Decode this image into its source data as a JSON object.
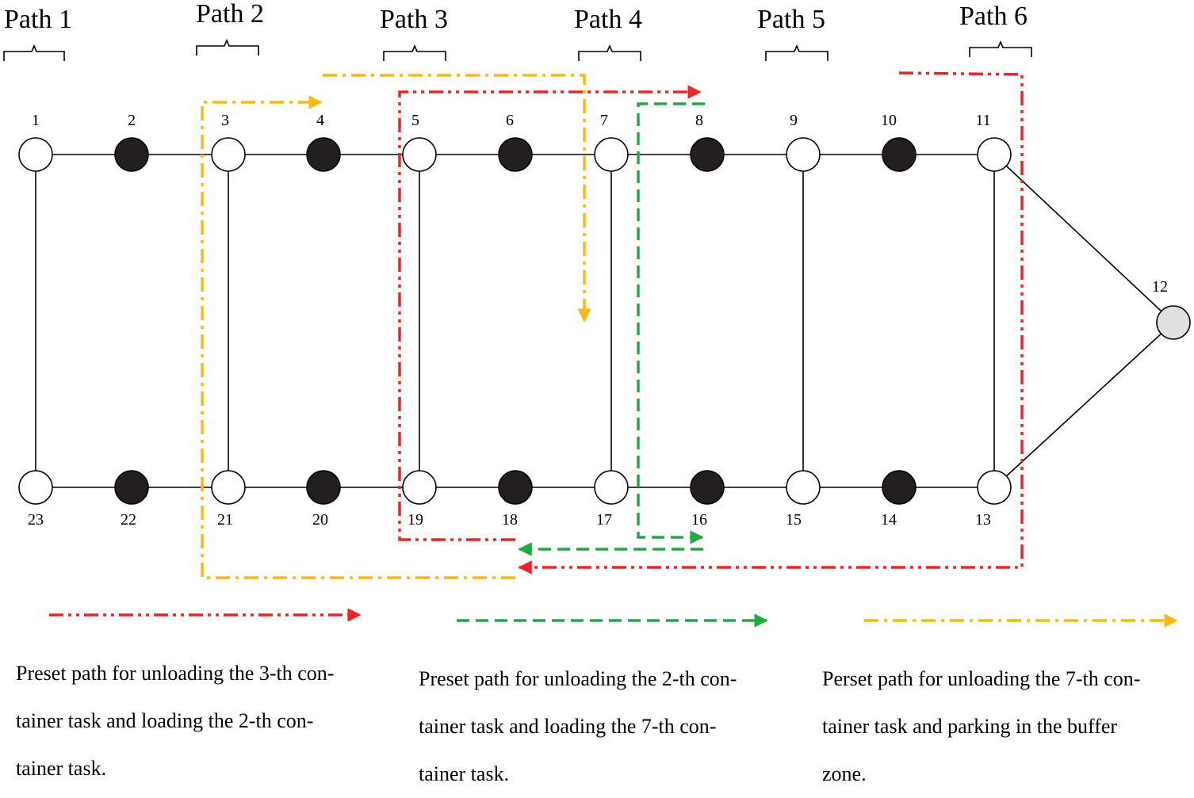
{
  "paths": [
    "Path 1",
    "Path 2",
    "Path 3",
    "Path 4",
    "Path 5",
    "Path 6"
  ],
  "nodes": [
    {
      "id": "1",
      "type": "white"
    },
    {
      "id": "2",
      "type": "black"
    },
    {
      "id": "3",
      "type": "white"
    },
    {
      "id": "4",
      "type": "black"
    },
    {
      "id": "5",
      "type": "white"
    },
    {
      "id": "6",
      "type": "black"
    },
    {
      "id": "7",
      "type": "white"
    },
    {
      "id": "8",
      "type": "black"
    },
    {
      "id": "9",
      "type": "white"
    },
    {
      "id": "10",
      "type": "black"
    },
    {
      "id": "11",
      "type": "white"
    },
    {
      "id": "12",
      "type": "gray"
    },
    {
      "id": "13",
      "type": "white"
    },
    {
      "id": "14",
      "type": "black"
    },
    {
      "id": "15",
      "type": "white"
    },
    {
      "id": "16",
      "type": "black"
    },
    {
      "id": "17",
      "type": "white"
    },
    {
      "id": "18",
      "type": "black"
    },
    {
      "id": "19",
      "type": "white"
    },
    {
      "id": "20",
      "type": "black"
    },
    {
      "id": "21",
      "type": "white"
    },
    {
      "id": "22",
      "type": "black"
    },
    {
      "id": "23",
      "type": "white"
    }
  ],
  "colors": {
    "red": "#e8262a",
    "green": "#22a845",
    "yellow": "#fbb812",
    "node_gray": "#e0e0e0"
  },
  "legend": [
    {
      "color": "red",
      "style": "dash-dot-dot",
      "lines": [
        "Preset path for unloading the 3-th con-",
        "tainer task and loading the 2-th con-",
        "tainer task."
      ]
    },
    {
      "color": "green",
      "style": "dashed",
      "lines": [
        "Preset path for unloading the 2-th con-",
        "tainer task and loading the 7-th con-",
        "tainer task."
      ]
    },
    {
      "color": "yellow",
      "style": "dash-dot",
      "lines": [
        "Perset path for unloading the 7-th con-",
        "tainer task and parking in the buffer",
        "zone."
      ]
    }
  ]
}
